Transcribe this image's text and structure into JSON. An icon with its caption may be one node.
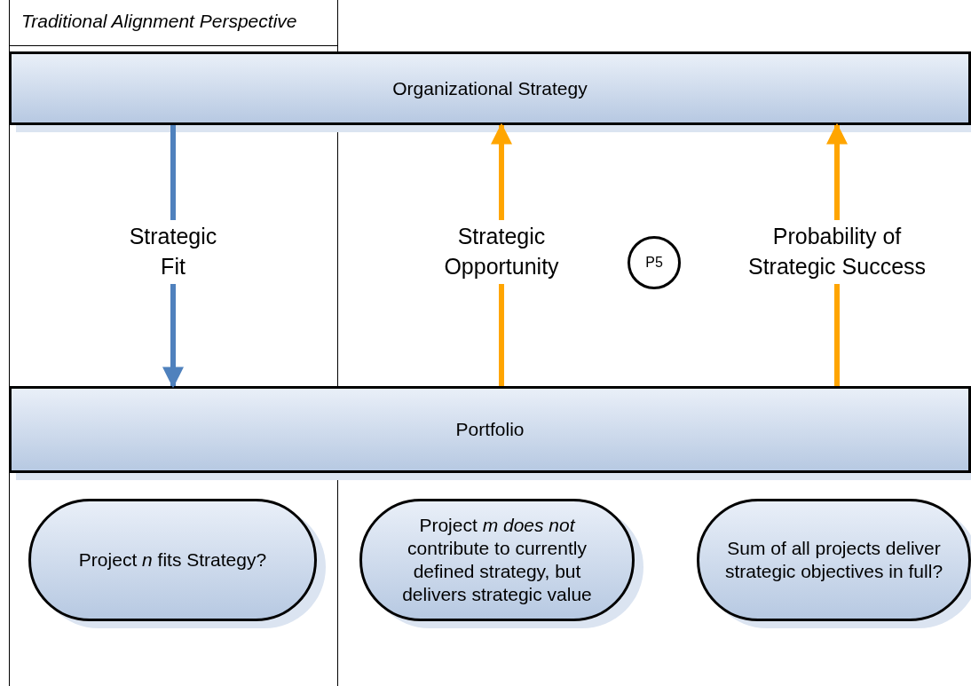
{
  "diagram": {
    "nodes": [
      {
        "text": [
          "Organizational Strategy"
        ]
      },
      {
        "text": [
          "P5"
        ]
      },
      {
        "text": [
          "Portfolio"
        ]
      },
      {
        "text": [
          "Project *n* fits Strategy?"
        ]
      },
      {
        "text": [
          "Project *m does not* contribute to currently defined strategy, but delivers strategic value"
        ]
      },
      {
        "text": [
          "Sum of all projects deliver strategic objectives in full?"
        ]
      }
    ],
    "edges": [
      {
        "from": 0,
        "to": 2,
        "arrow": "to",
        "label": "Strategic Fit",
        "color": "#4f81bd"
      },
      {
        "from": 2,
        "to": 0,
        "arrow": "to",
        "label": "Strategic Opportunity"
      },
      {
        "from": 2,
        "to": 0,
        "arrow": "to",
        "label": "Probability of Strategic Success"
      }
    ],
    "labels": [
      "Traditional Alignment Perspective"
    ]
  }
}
